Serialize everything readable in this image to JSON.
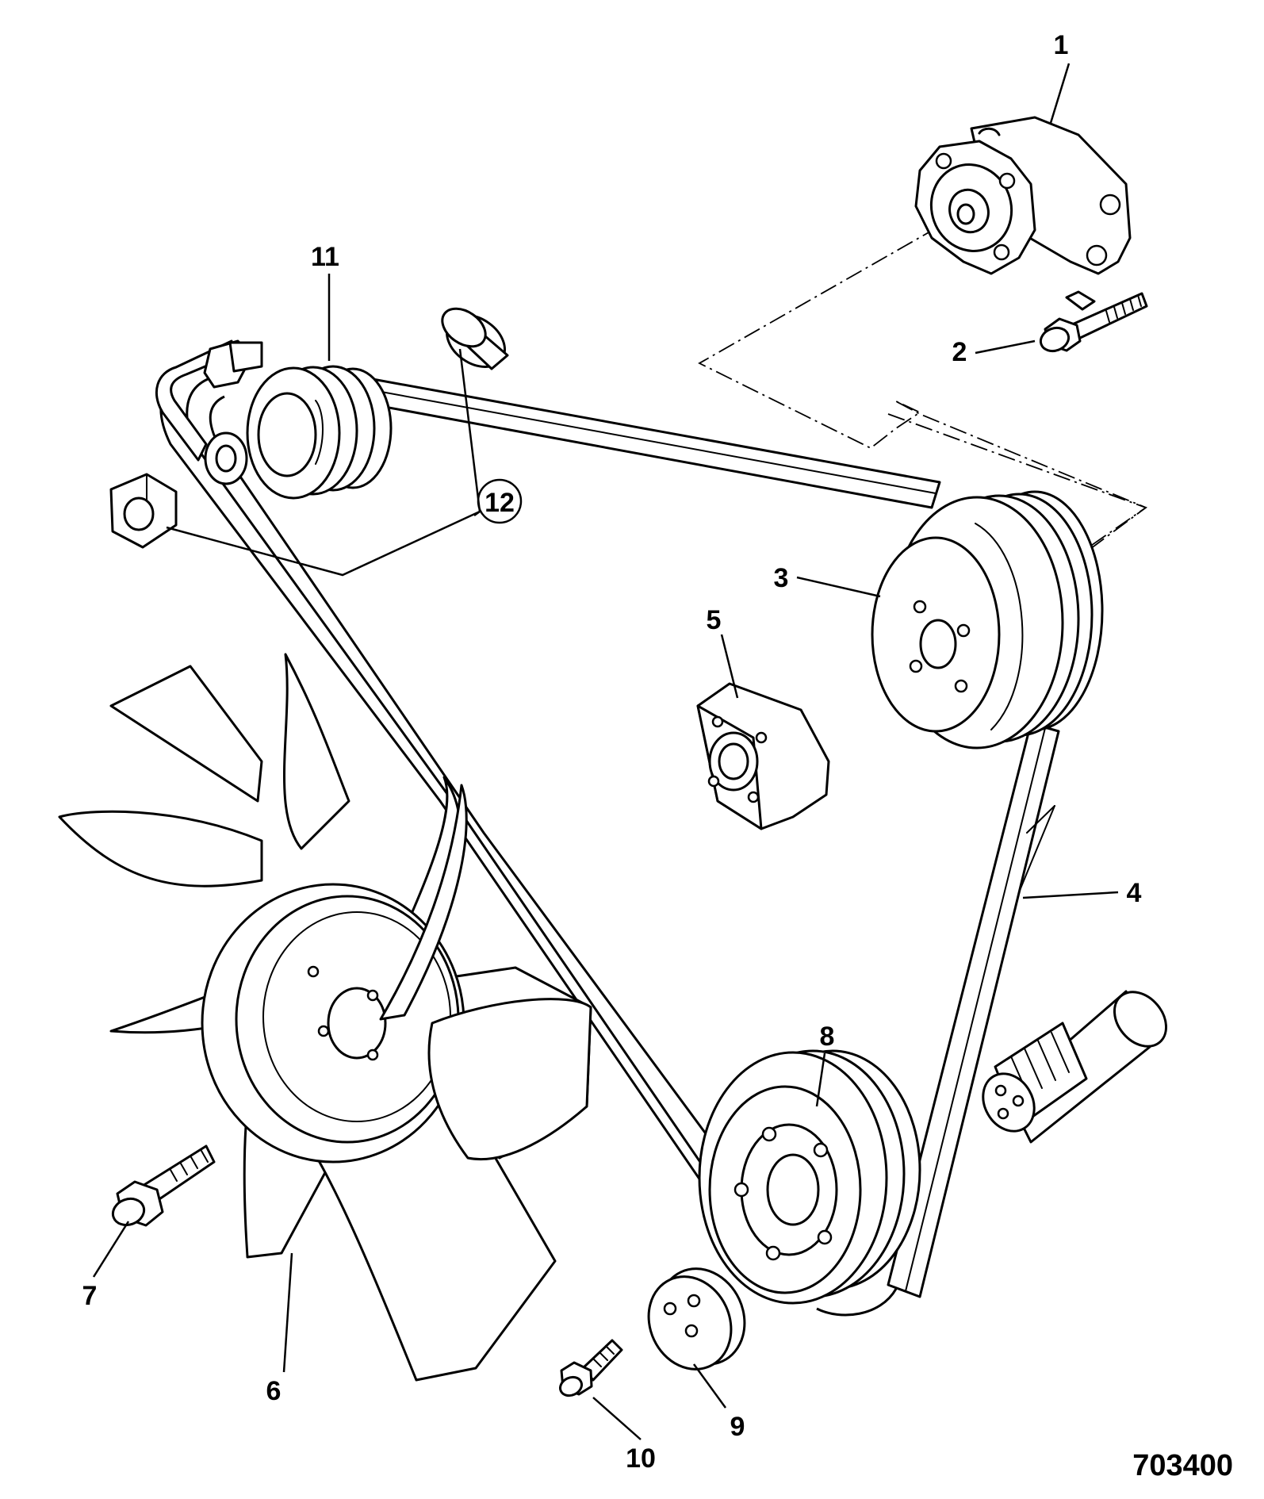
{
  "callouts": [
    {
      "id": "1",
      "label": "1"
    },
    {
      "id": "2",
      "label": "2"
    },
    {
      "id": "3",
      "label": "3"
    },
    {
      "id": "4",
      "label": "4"
    },
    {
      "id": "5",
      "label": "5"
    },
    {
      "id": "6",
      "label": "6"
    },
    {
      "id": "7",
      "label": "7"
    },
    {
      "id": "8",
      "label": "8"
    },
    {
      "id": "9",
      "label": "9"
    },
    {
      "id": "10",
      "label": "10"
    },
    {
      "id": "11",
      "label": "11"
    },
    {
      "id": "12",
      "label": "12"
    }
  ],
  "reference_number": "703400"
}
